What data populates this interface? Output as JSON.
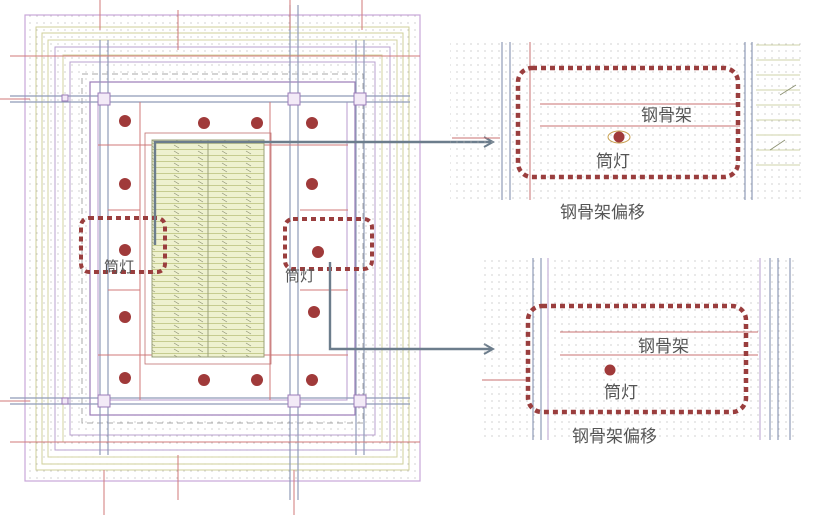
{
  "labels": {
    "downlight_left": "筒灯",
    "downlight_right": "筒灯",
    "detail_top_frame": "钢骨架",
    "detail_top_light": "筒灯",
    "detail_top_caption": "钢骨架偏移",
    "detail_bottom_frame": "钢骨架",
    "detail_bottom_light": "筒灯",
    "detail_bottom_caption": "钢骨架偏移"
  },
  "colors": {
    "light_dot": "#a03a3a",
    "dashed_box": "#9a3e3e",
    "arrow": "#6c7d8c",
    "purple_line": "#9b7bb8",
    "olive_line": "#c8c88c",
    "red_line": "#c97070",
    "hatch": "#e7ecc4"
  }
}
